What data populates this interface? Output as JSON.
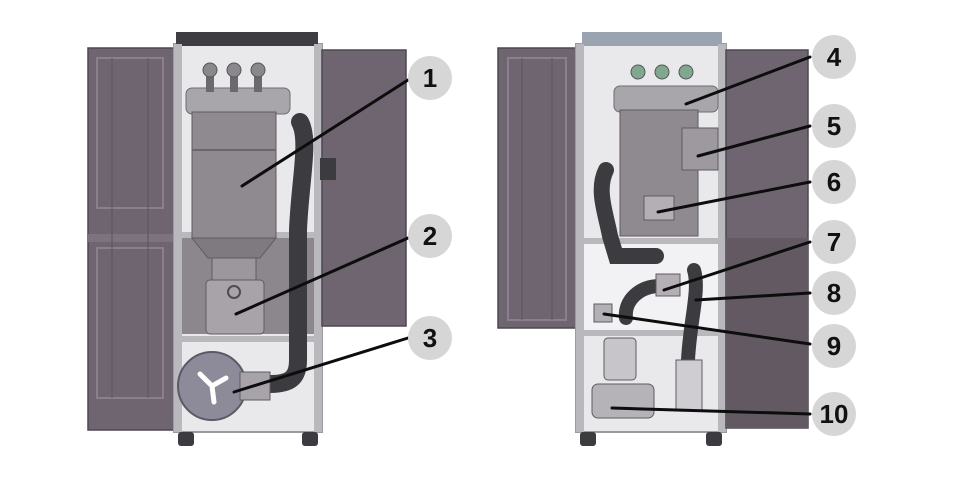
{
  "colors": {
    "door": "#6f6570",
    "door_dark": "#4f4650",
    "frame": "#b9b9bd",
    "vessel": "#8f8a90",
    "duct": "#3c3b3f",
    "callout_bg": "#d6d6d6",
    "leader": "#0d0d0d"
  },
  "left_unit": {
    "callouts": [
      {
        "num": "1"
      },
      {
        "num": "2"
      },
      {
        "num": "3"
      }
    ]
  },
  "right_unit": {
    "callouts": [
      {
        "num": "4"
      },
      {
        "num": "5"
      },
      {
        "num": "6"
      },
      {
        "num": "7"
      },
      {
        "num": "8"
      },
      {
        "num": "9"
      },
      {
        "num": "10"
      }
    ]
  }
}
